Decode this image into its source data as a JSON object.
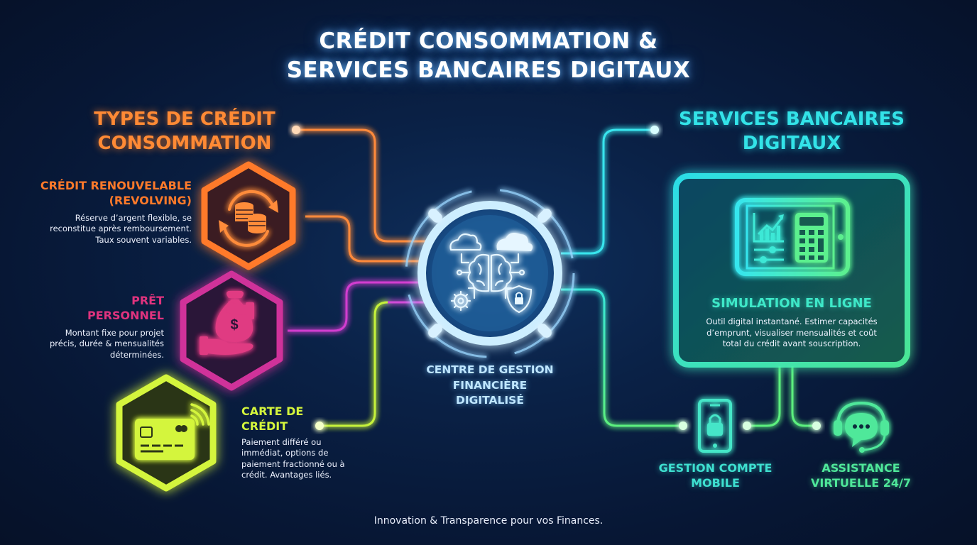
{
  "title": {
    "line1": "CRÉDIT CONSOMMATION &",
    "line2": "SERVICES BANCAIRES DIGITAUX"
  },
  "left_section": {
    "heading_line1": "TYPES DE CRÉDIT",
    "heading_line2": "CONSOMMATION",
    "color": "#ff8a35",
    "items": [
      {
        "title_line1": "CRÉDIT RENOUVELABLE",
        "title_line2": "(REVOLVING)",
        "desc_line1": "Réserve d’argent flexible, se",
        "desc_line2": "reconstitue après remboursement.",
        "desc_line3": "Taux souvent variables.",
        "icon": "coins-cycle-icon",
        "color": "#ff7a2a"
      },
      {
        "title_line1": "PRÊT",
        "title_line2": "PERSONNEL",
        "desc_line1": "Montant fixe pour projet",
        "desc_line2": "précis, durée & mensualités",
        "desc_line3": "déterminées.",
        "icon": "money-bag-hand-icon",
        "color": "#e0337e"
      },
      {
        "title_line1": "CARTE DE",
        "title_line2": "CRÉDIT",
        "desc_line1": "Paiement différé ou",
        "desc_line2": "immédiat, options de",
        "desc_line3": "paiement fractionné ou à",
        "desc_line4": "crédit. Avantages liés.",
        "icon": "contactless-card-icon",
        "color": "#d4f53c"
      }
    ]
  },
  "hub": {
    "label_line1": "CENTRE DE GESTION",
    "label_line2": "FINANCIÈRE",
    "label_line3": "DIGITALISÉ",
    "icons": [
      "cloud-icon",
      "brain-circuit-icon",
      "gear-icon",
      "shield-lock-icon"
    ],
    "color": "#9fdcff"
  },
  "right_section": {
    "heading_line1": "SERVICES BANCAIRES",
    "heading_line2": "DIGITAUX",
    "color": "#33e3e8",
    "simulation": {
      "title": "SIMULATION EN LIGNE",
      "desc_line1": "Outil digital instantané. Estimer capacités",
      "desc_line2": "d’emprunt, visualiser mensualités et coût",
      "desc_line3": "total du crédit avant souscription.",
      "icon": "tablet-chart-calculator-icon"
    },
    "items": [
      {
        "title_line1": "GESTION COMPTE",
        "title_line2": "MOBILE",
        "icon": "phone-lock-icon",
        "color": "#3ee0d0"
      },
      {
        "title_line1": "ASSISTANCE",
        "title_line2": "VIRTUELLE 24/7",
        "icon": "headset-chat-icon",
        "color": "#4fe89a"
      }
    ]
  },
  "footer": {
    "tagline": "Innovation & Transparence pour vos Finances."
  }
}
